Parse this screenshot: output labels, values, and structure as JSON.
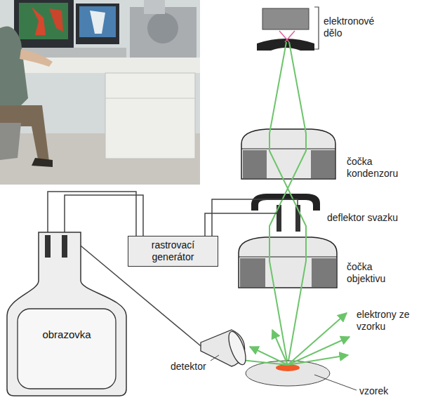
{
  "diagram": {
    "nodes": [
      {
        "text": [
          "rastrovací generátor"
        ]
      },
      {
        "text": [
          "obrazovka"
        ]
      }
    ],
    "edges": [
      {
        "from": 0,
        "to": 1,
        "arrow": "none"
      }
    ],
    "labels": [
      "elektronové dělo",
      "čočka kondenzoru",
      "deflektor svazku",
      "čočka objektivu",
      "elektrony ze vzorku",
      "detektor",
      "vzorek"
    ]
  }
}
